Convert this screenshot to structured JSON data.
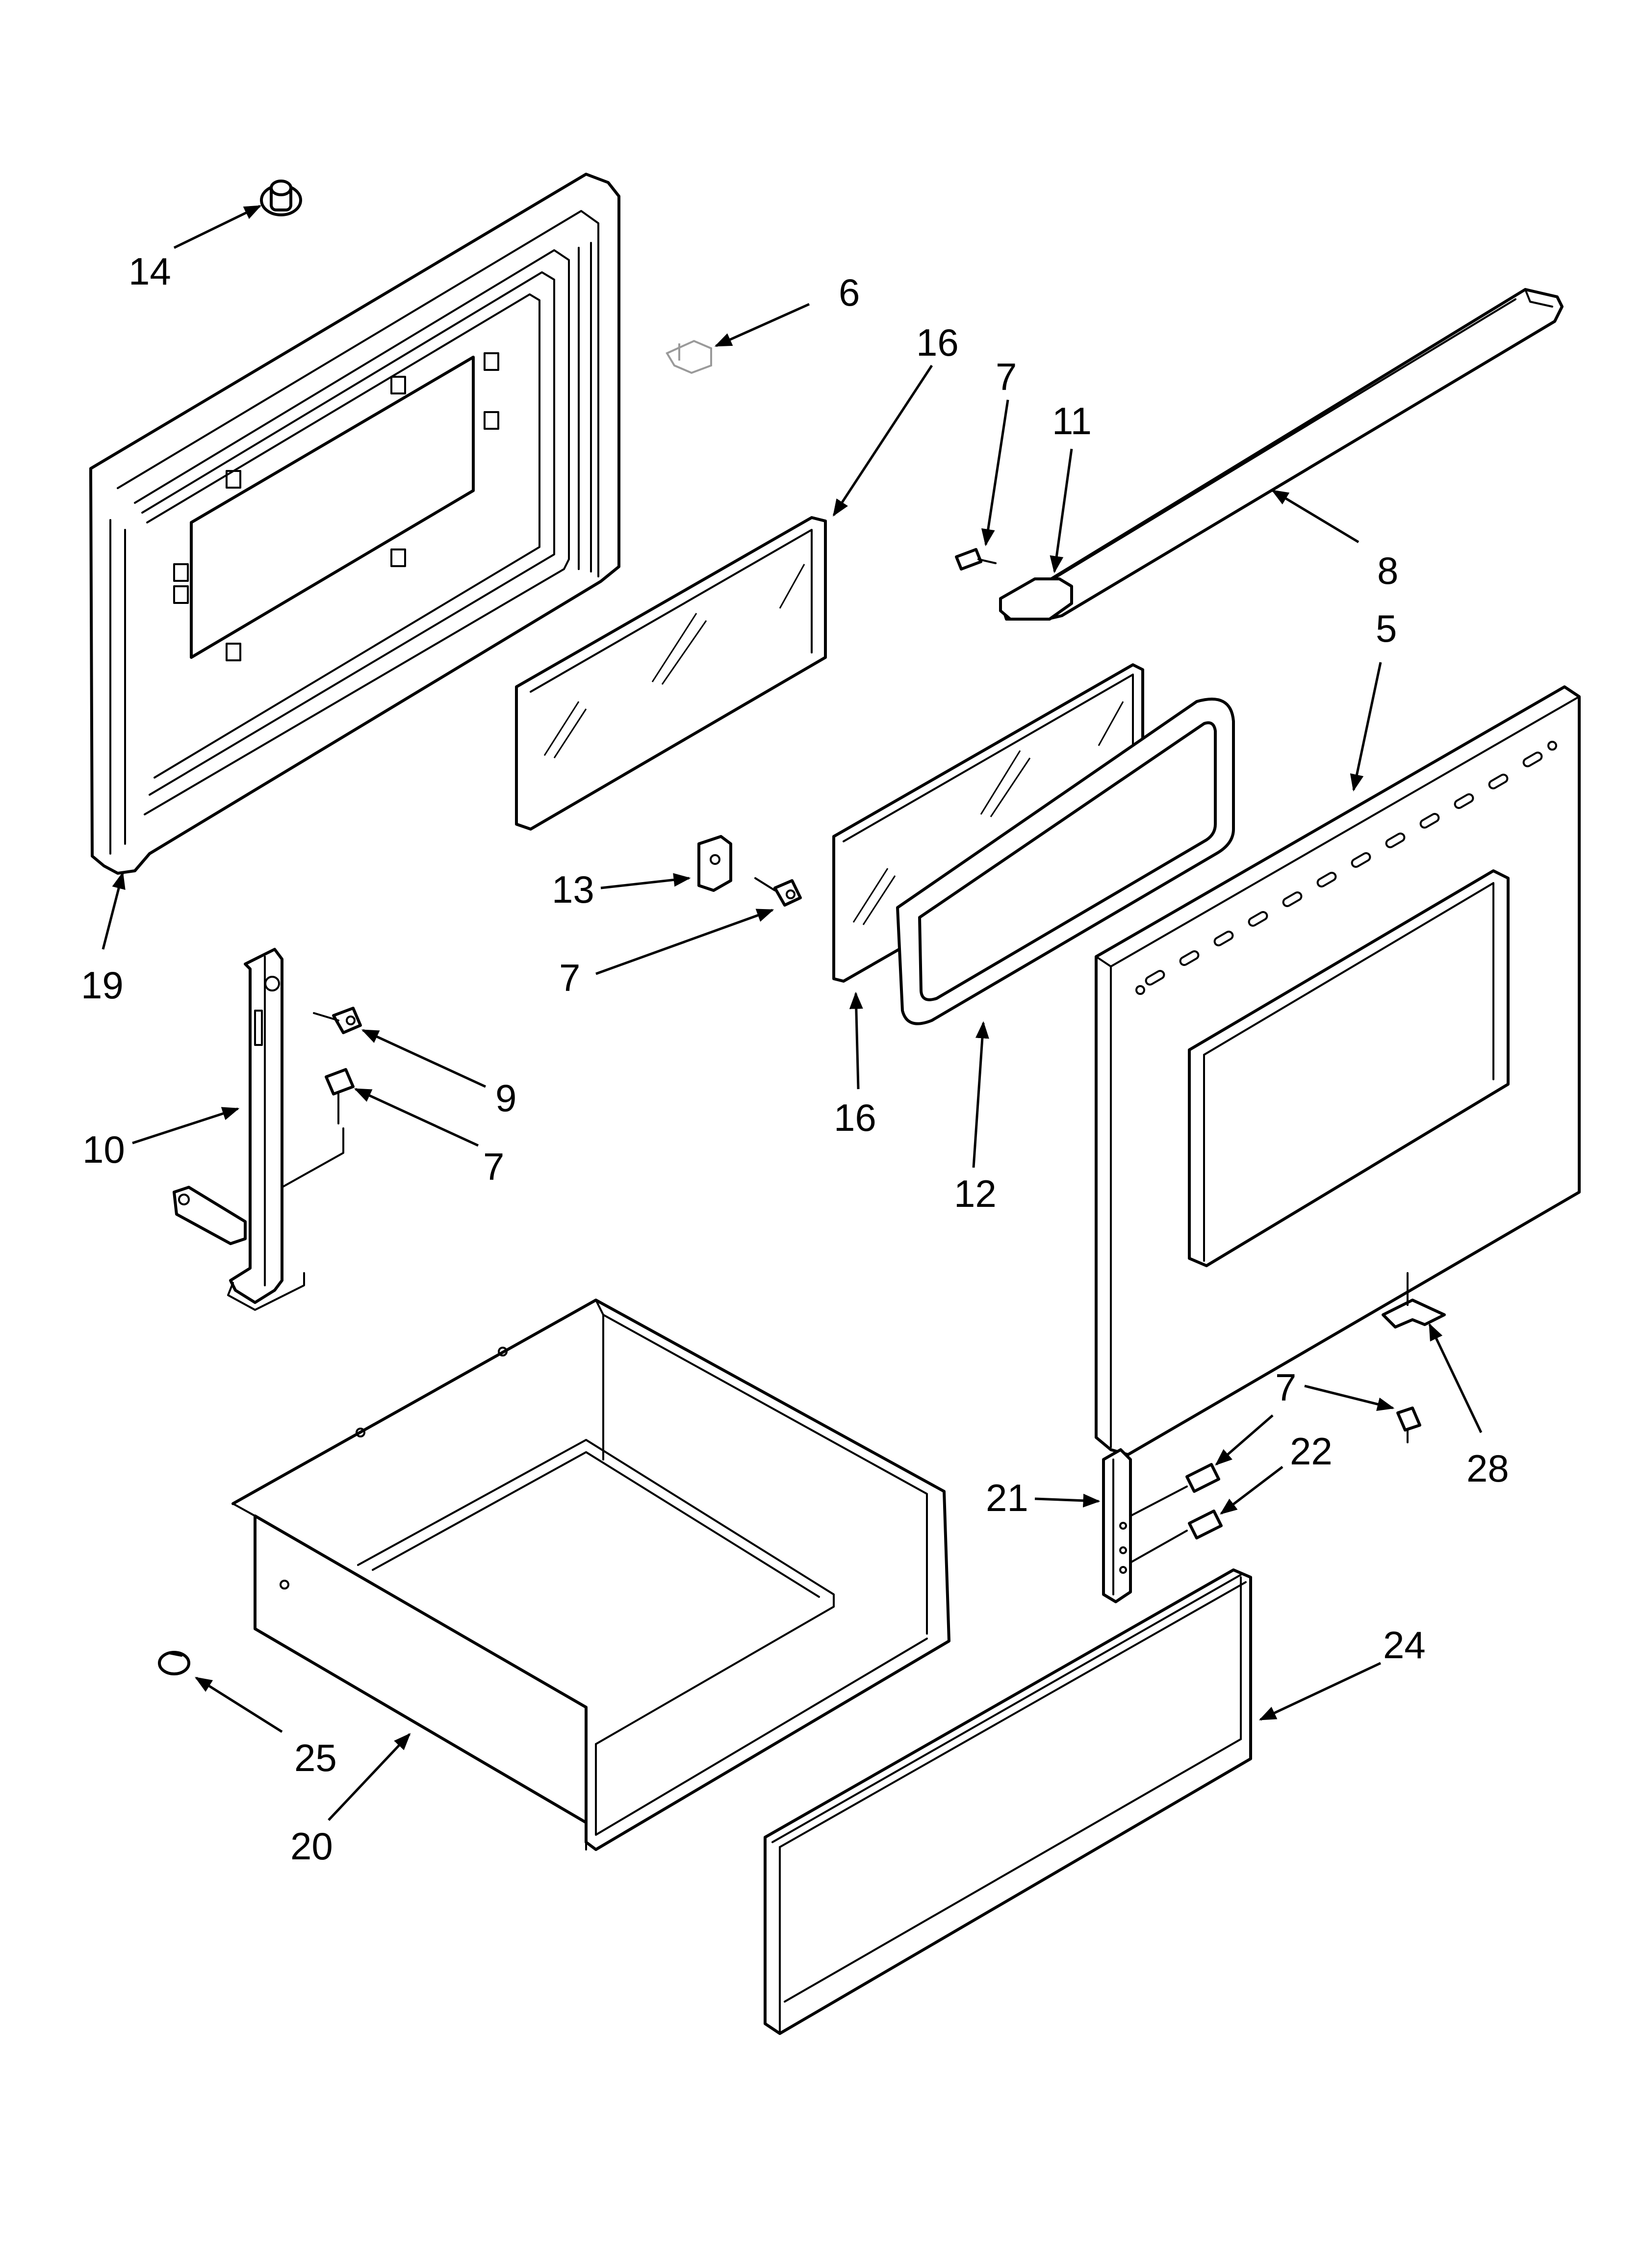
{
  "diagram": {
    "callouts": {
      "c14": "14",
      "c6": "6",
      "c16a": "16",
      "c7a": "7",
      "c11": "11",
      "c8": "8",
      "c5": "5",
      "c19": "19",
      "c13": "13",
      "c7b": "7",
      "c16b": "16",
      "c12": "12",
      "c9": "9",
      "c7c": "7",
      "c10": "10",
      "c7d": "7",
      "c22": "22",
      "c28": "28",
      "c21": "21",
      "c24": "24",
      "c25": "25",
      "c20": "20"
    }
  }
}
